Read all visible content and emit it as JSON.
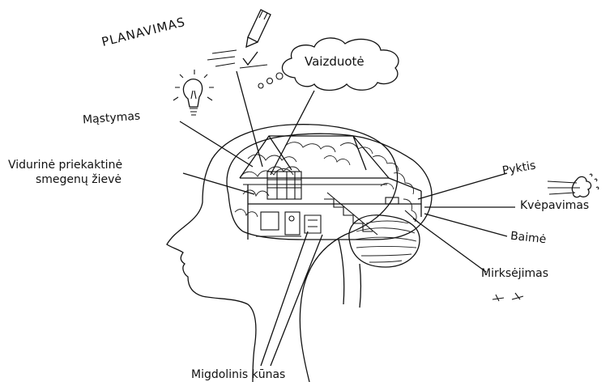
{
  "labels": {
    "planning": "PLANAVIMAS",
    "imagination": "Vaizduotė",
    "thinking": "Mąstymas",
    "prefrontal_line1": "Vidurinė priekaktinė",
    "prefrontal_line2": "smegenų žievė",
    "anger": "Pyktis",
    "breathing": "Kvėpavimas",
    "fear": "Baimė",
    "blinking": "Mirksėjimas",
    "amygdala": "Migdolinis kūnas"
  },
  "icons": {
    "pencil": "pencil-icon",
    "checkmark": "checkmark-icon",
    "lightbulb": "lightbulb-icon",
    "thought_cloud": "thought-cloud-icon",
    "breath_puff": "breath-puff-icon"
  },
  "colors": {
    "ink": "#111111",
    "background": "#ffffff"
  }
}
